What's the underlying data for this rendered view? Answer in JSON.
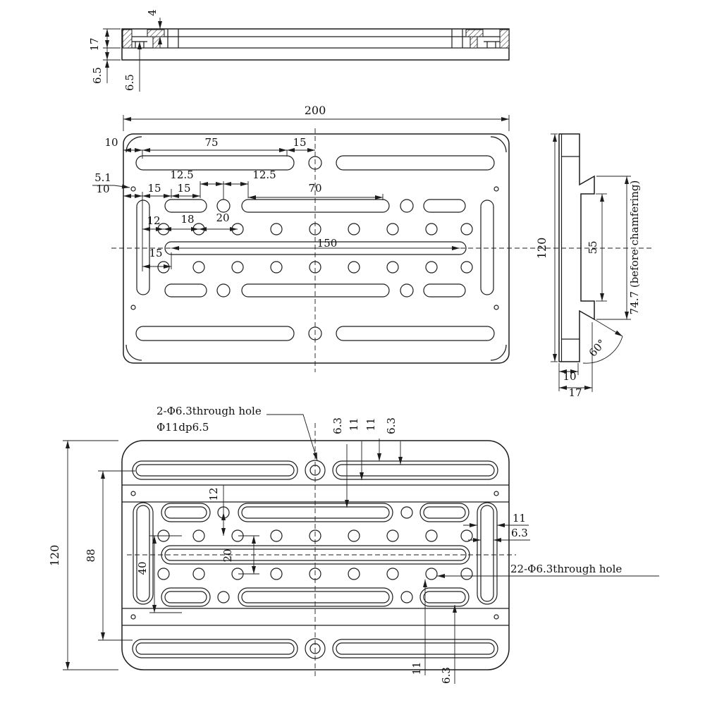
{
  "page": {
    "background": "#ffffff",
    "line_color": "#1c1c1c"
  },
  "drawing": {
    "section_view": {
      "d4": "4",
      "d17": "17",
      "d6_5_plate": "6.5",
      "d6_5_cbore": "6.5"
    },
    "front_view": {
      "d200": "200",
      "d10_top": "10",
      "d75": "75",
      "d15_top": "15",
      "d5_1": "5.1",
      "d10_left": "10",
      "d12_5_a": "12.5",
      "d12_5_b": "12.5",
      "d15_a": "15",
      "d15_b": "15",
      "d70": "70",
      "d12": "12",
      "d18": "18",
      "d20": "20",
      "d150": "150",
      "d15_c": "15"
    },
    "side_view": {
      "d120": "120",
      "d55": "55",
      "d74_7": "74.7 (before chamfering)",
      "d60": "60°",
      "d10": "10",
      "d17": "17"
    },
    "back_view": {
      "note_line1": "2-Φ6.3through hole",
      "note_line2": "Φ11dp6.5",
      "note_22": "22-Φ6.3through hole",
      "d120": "120",
      "d88": "88",
      "d40": "40",
      "d12": "12",
      "d20": "20",
      "d6_3_t1": "6.3",
      "d11_t1": "11",
      "d11_t2": "11",
      "d6_3_t2": "6.3",
      "d11_right": "11",
      "d6_3_right": "6.3",
      "d11_bottom": "11",
      "d6_3_bottom": "6.3"
    }
  }
}
